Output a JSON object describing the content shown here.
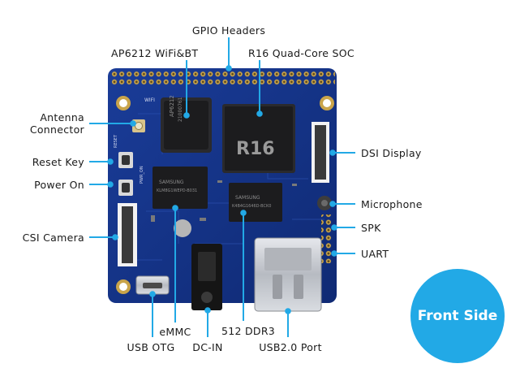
{
  "diagram": {
    "labels": {
      "gpio_headers": "GPIO Headers",
      "wifi_bt": "AP6212 WiFi&BT",
      "soc": "R16 Quad-Core SOC",
      "antenna_line1": "Antenna",
      "antenna_line2": "Connector",
      "reset_key": "Reset Key",
      "power_on": "Power On",
      "csi_camera": "CSI Camera",
      "dsi_display": "DSI Display",
      "microphone": "Microphone",
      "spk": "SPK",
      "uart": "UART",
      "usb_otg": "USB OTG",
      "emmc": "eMMC",
      "dc_in": "DC-IN",
      "ddr3": "512 DDR3",
      "usb2_port": "USB2.0 Port"
    },
    "badge": "Front Side",
    "silkscreen": {
      "soc_chip": "R16",
      "wifi_chip_line1": "AP6212",
      "wifi_chip_line2": "21000761",
      "emmc_chip_line1": "SAMSUNG",
      "emmc_chip_line2": "KLM8G1WEPD-B031",
      "ddr_chip_line1": "SAMSUNG",
      "ddr_chip_line2": "K4B4G1646D-BCK0",
      "wifi_text": "WIFI",
      "reset_text": "RESET",
      "pwr_text": "PWR_ON"
    },
    "colors": {
      "pcb": "#13328a",
      "pcb_dark": "#0c2263",
      "accent": "#22a9e6",
      "chip": "#1c1c1e",
      "metal": "#c9ccd1",
      "gold": "#c9a44a"
    }
  }
}
